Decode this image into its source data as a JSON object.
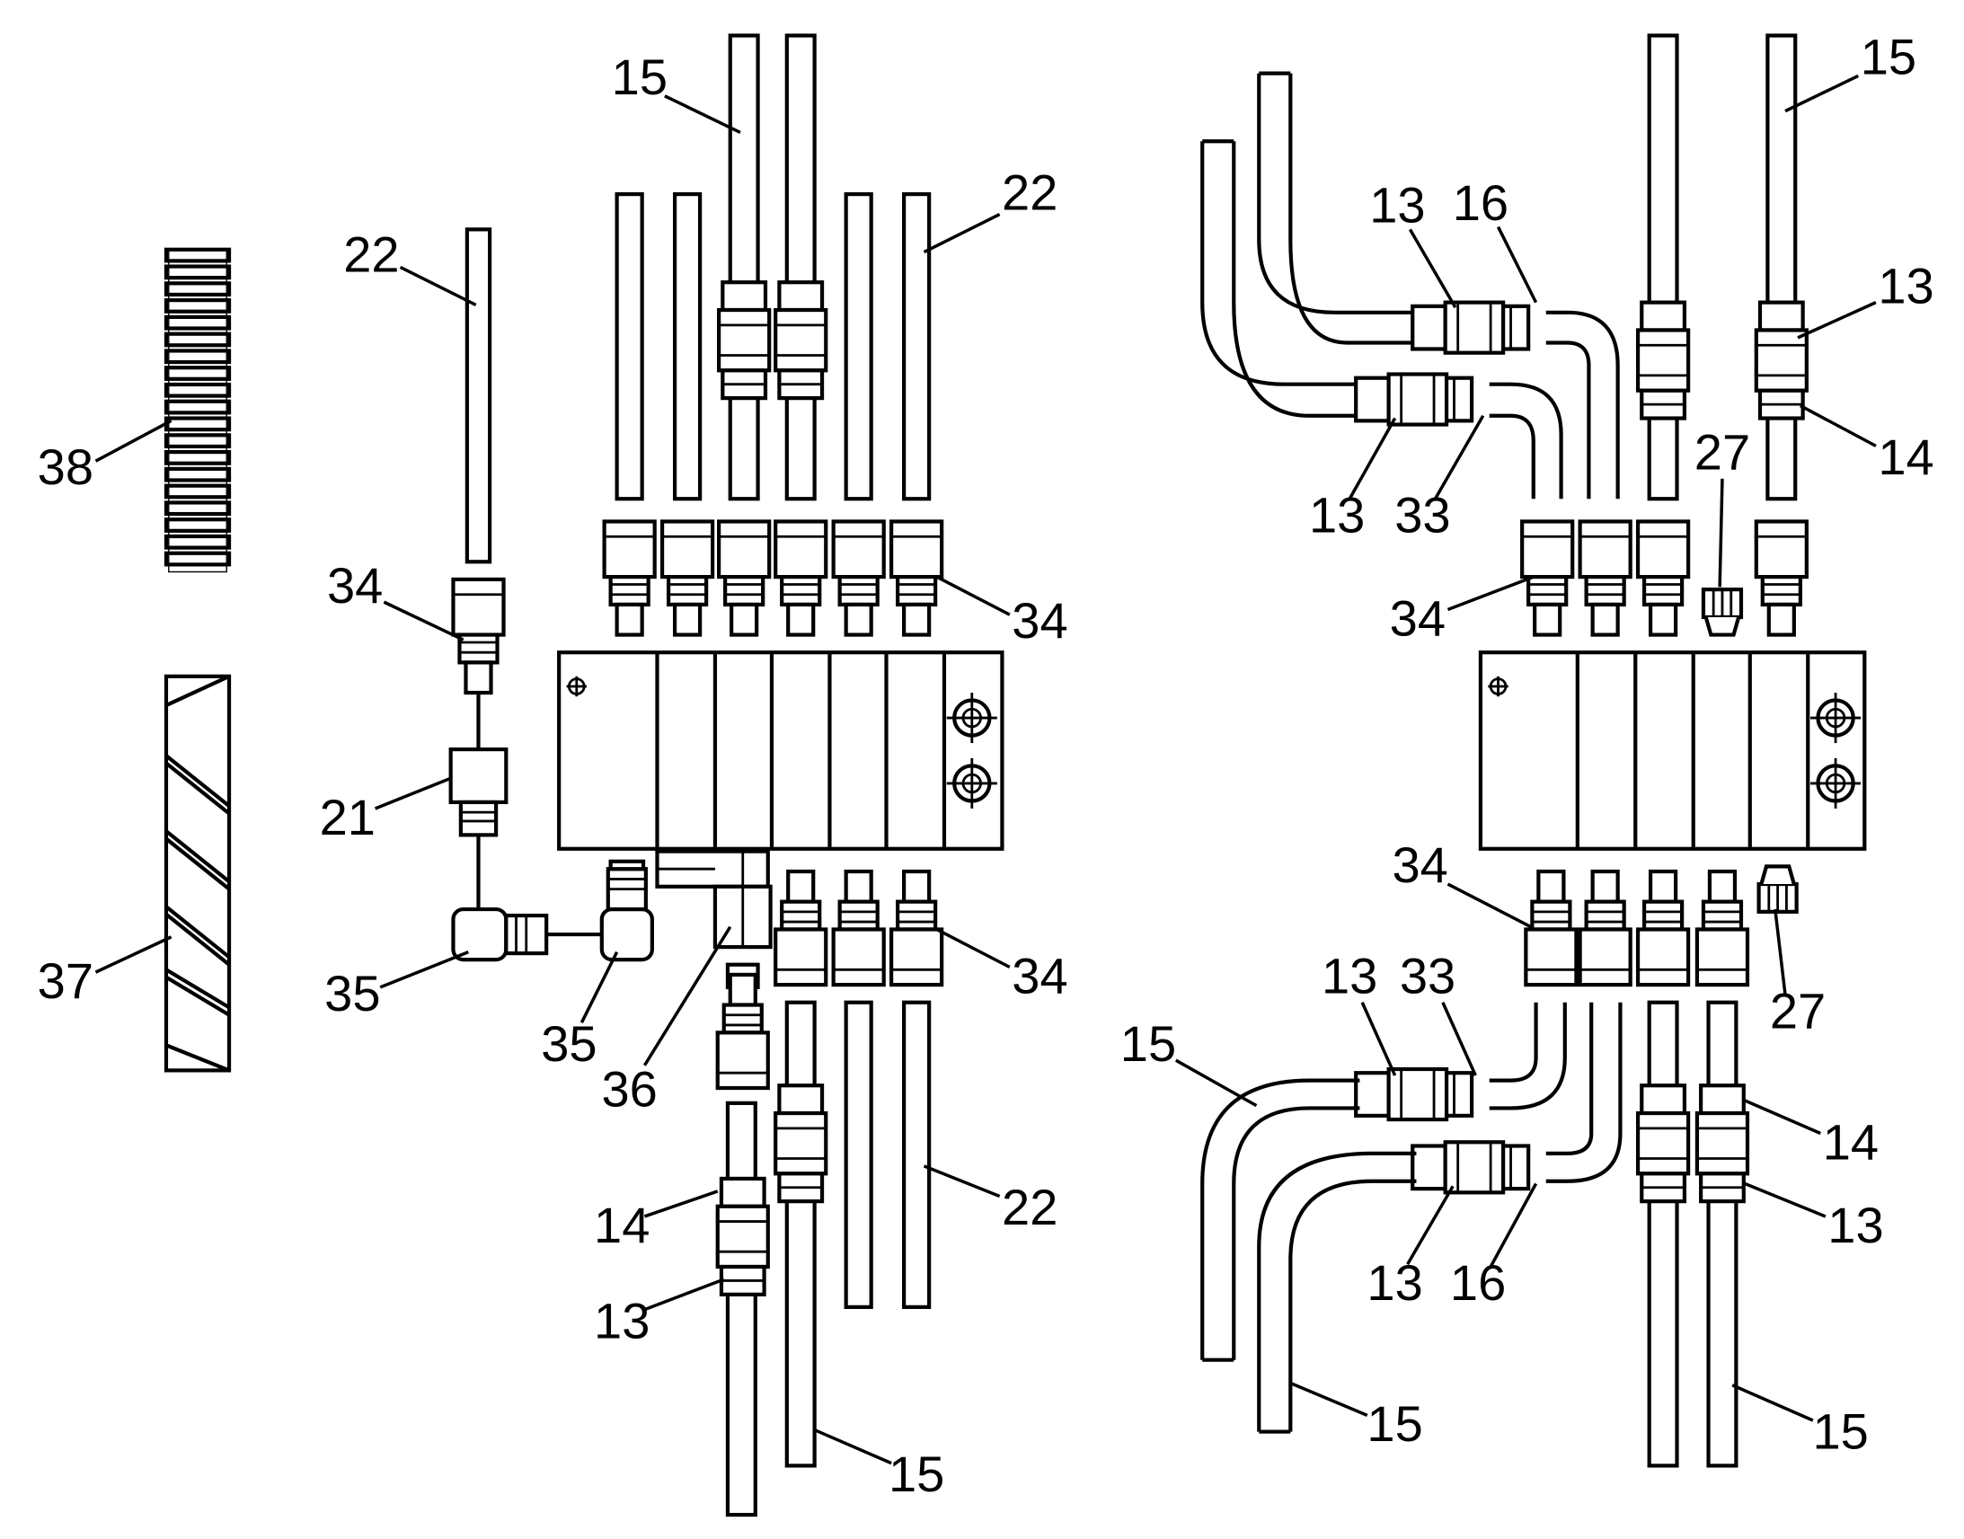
{
  "diagram": {
    "colors": {
      "line": "#000000",
      "background": "#ffffff"
    },
    "callouts": [
      {
        "id": "c1",
        "text": "15"
      },
      {
        "id": "c2",
        "text": "22"
      },
      {
        "id": "c3",
        "text": "22"
      },
      {
        "id": "c4",
        "text": "38"
      },
      {
        "id": "c5",
        "text": "34"
      },
      {
        "id": "c6",
        "text": "34"
      },
      {
        "id": "c7",
        "text": "21"
      },
      {
        "id": "c8",
        "text": "35"
      },
      {
        "id": "c9",
        "text": "35"
      },
      {
        "id": "c10",
        "text": "36"
      },
      {
        "id": "c11",
        "text": "37"
      },
      {
        "id": "c12",
        "text": "34"
      },
      {
        "id": "c13",
        "text": "22"
      },
      {
        "id": "c14",
        "text": "14"
      },
      {
        "id": "c15",
        "text": "13"
      },
      {
        "id": "c16",
        "text": "15"
      },
      {
        "id": "c17",
        "text": "15"
      },
      {
        "id": "c18",
        "text": "13"
      },
      {
        "id": "c19",
        "text": "16"
      },
      {
        "id": "c20",
        "text": "13"
      },
      {
        "id": "c21",
        "text": "14"
      },
      {
        "id": "c22",
        "text": "13"
      },
      {
        "id": "c23",
        "text": "33"
      },
      {
        "id": "c24",
        "text": "27"
      },
      {
        "id": "c25",
        "text": "34"
      },
      {
        "id": "c26",
        "text": "34"
      },
      {
        "id": "c27",
        "text": "27"
      },
      {
        "id": "c28",
        "text": "13"
      },
      {
        "id": "c29",
        "text": "33"
      },
      {
        "id": "c30",
        "text": "15"
      },
      {
        "id": "c31",
        "text": "14"
      },
      {
        "id": "c32",
        "text": "13"
      },
      {
        "id": "c33",
        "text": "13"
      },
      {
        "id": "c34",
        "text": "16"
      },
      {
        "id": "c35",
        "text": "15"
      },
      {
        "id": "c36",
        "text": "15"
      }
    ]
  }
}
